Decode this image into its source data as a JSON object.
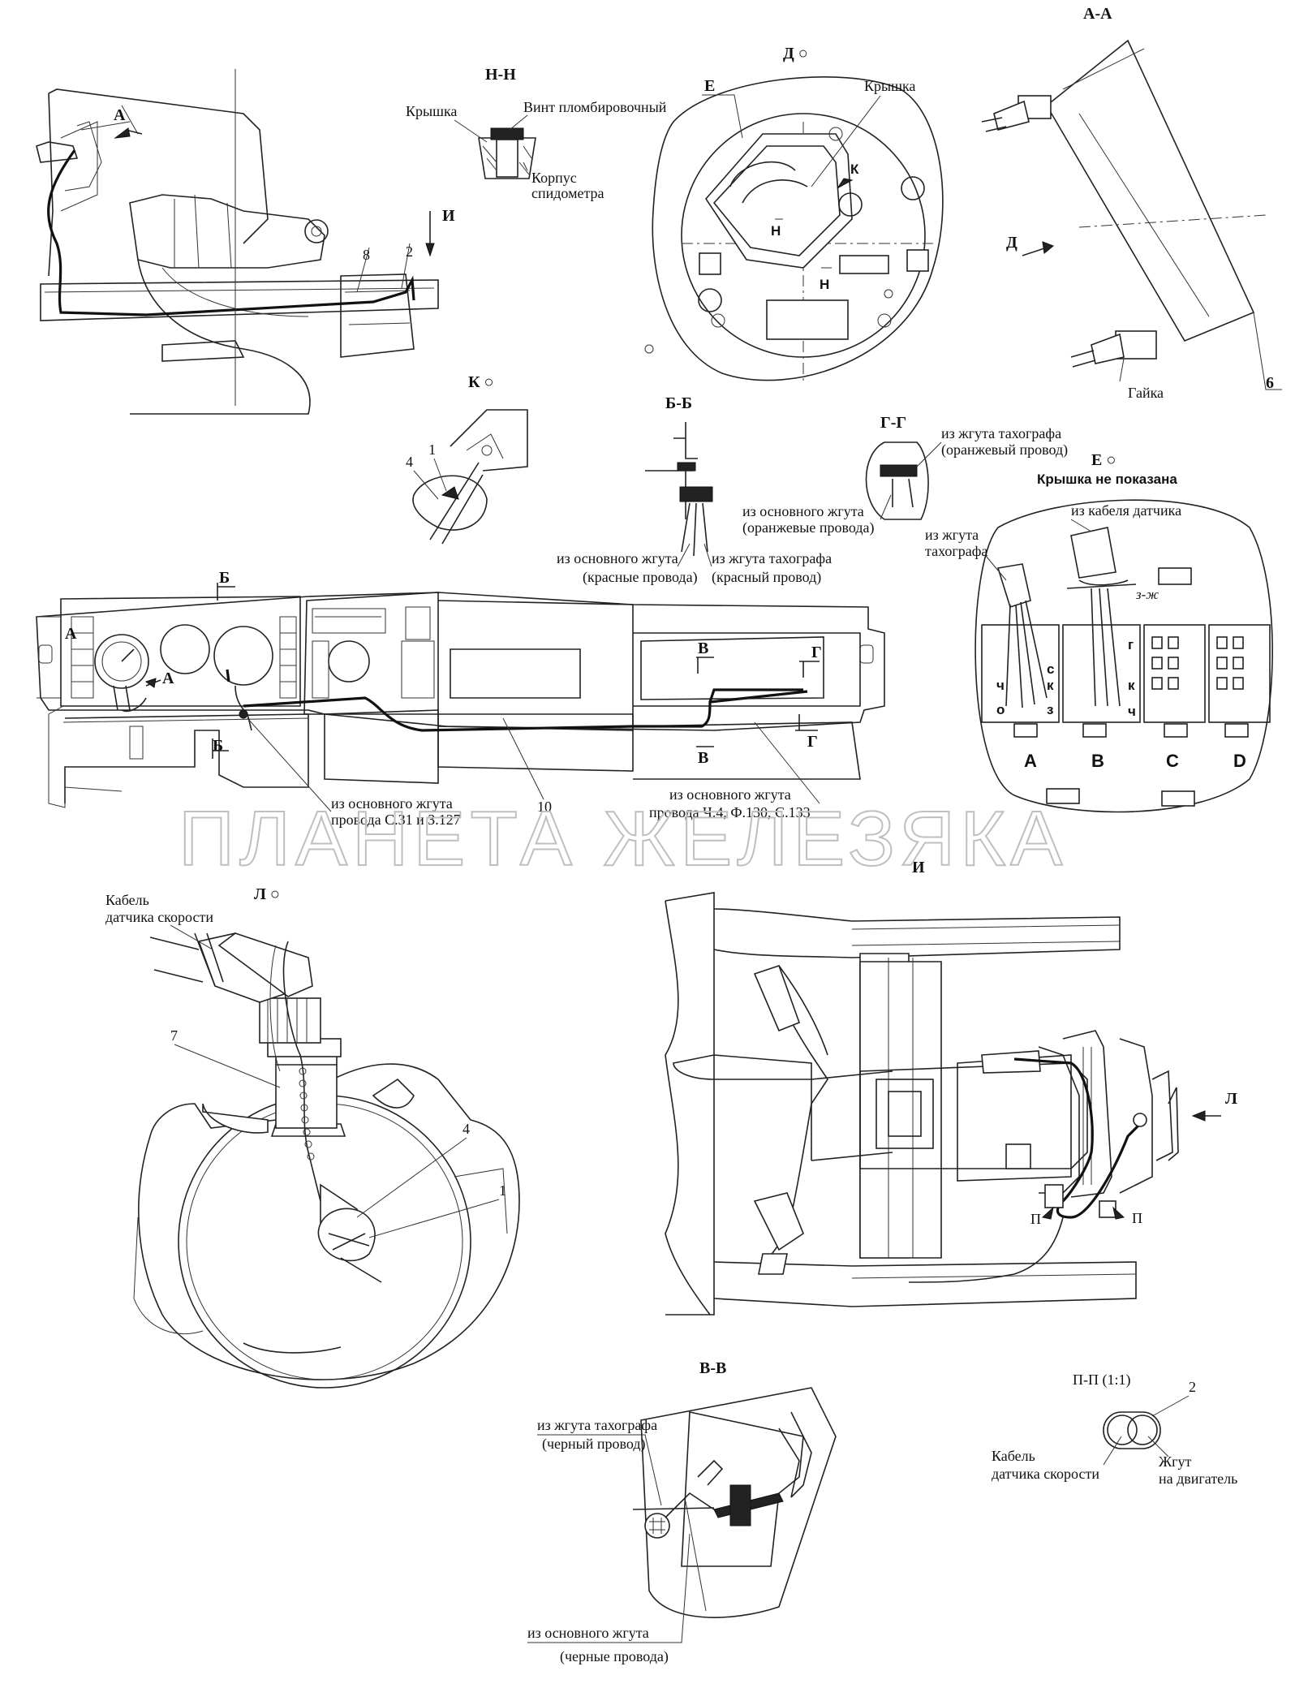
{
  "watermark": "ПЛАНЕТА ЖЕЛЕЗЯКА",
  "views": {
    "main": {
      "label_a": "А",
      "label_i": "И",
      "pos_8": "8",
      "pos_2": "2"
    },
    "nn": {
      "title": "Н-Н",
      "kryshka": "Крышка",
      "vint": "Винт пломбировочный",
      "korpus_1": "Корпус",
      "korpus_2": "спидометра"
    },
    "d": {
      "title": "Д ○",
      "e": "Е",
      "kryshka": "Крышка",
      "k": "К",
      "n1": "Н",
      "n2": "Н"
    },
    "aa": {
      "title": "А-А",
      "d": "Д",
      "gaika": "Гайка",
      "pos_6": "6"
    },
    "k": {
      "title": "К ○",
      "pos_1": "1",
      "pos_4": "4"
    },
    "bb": {
      "title": "Б-Б",
      "l1": "из основного жгута",
      "l2": "(красные провода)",
      "l3": "из жгута тахографа",
      "l4": "(красный провод)"
    },
    "gg": {
      "title": "Г-Г",
      "l1": "из жгута тахографа",
      "l2": "(оранжевый провод)",
      "l3": "из основного жгута",
      "l4": "(оранжевые провода)"
    },
    "e": {
      "title": "Е ○",
      "note": "Крышка не показана",
      "cable": "из кабеля датчика",
      "tacho_1": "из жгута",
      "tacho_2": "тахографа",
      "col_a": "A",
      "col_b": "B",
      "col_c": "C",
      "col_d": "D",
      "zzh": "з-ж",
      "c": "с",
      "k1": "к",
      "ch1": "ч",
      "o": "о",
      "z": "з",
      "g": "г",
      "k2": "к",
      "ch2": "ч"
    },
    "panel": {
      "b_top": "Б",
      "b_bot": "Б",
      "v_top": "В",
      "v_bot": "В",
      "g_top": "Г",
      "g_bot": "Г",
      "a1": "А",
      "a2": "А",
      "pos_10": "10",
      "l1": "из основного жгута",
      "l2": "провода С.31 и З.127",
      "r1": "из основного жгута",
      "r2": "провода Ч.4, Ф.130, С.133"
    },
    "l": {
      "title": "Л ○",
      "cable_1": "Кабель",
      "cable_2": "датчика скорости",
      "pos_7": "7",
      "pos_4": "4",
      "pos_1": "1"
    },
    "i": {
      "title": "И",
      "l": "Л",
      "p1": "П",
      "p2": "П"
    },
    "vv": {
      "title": "В-В",
      "l1": "из жгута тахографа",
      "l2": "(черный провод)",
      "l3": "из основного жгута",
      "l4": "(черные провода)"
    },
    "pp": {
      "title": "П-П (1:1)",
      "pos_2": "2",
      "cable_1": "Кабель",
      "cable_2": "датчика скорости",
      "harness_1": "Жгут",
      "harness_2": "на двигатель"
    }
  }
}
